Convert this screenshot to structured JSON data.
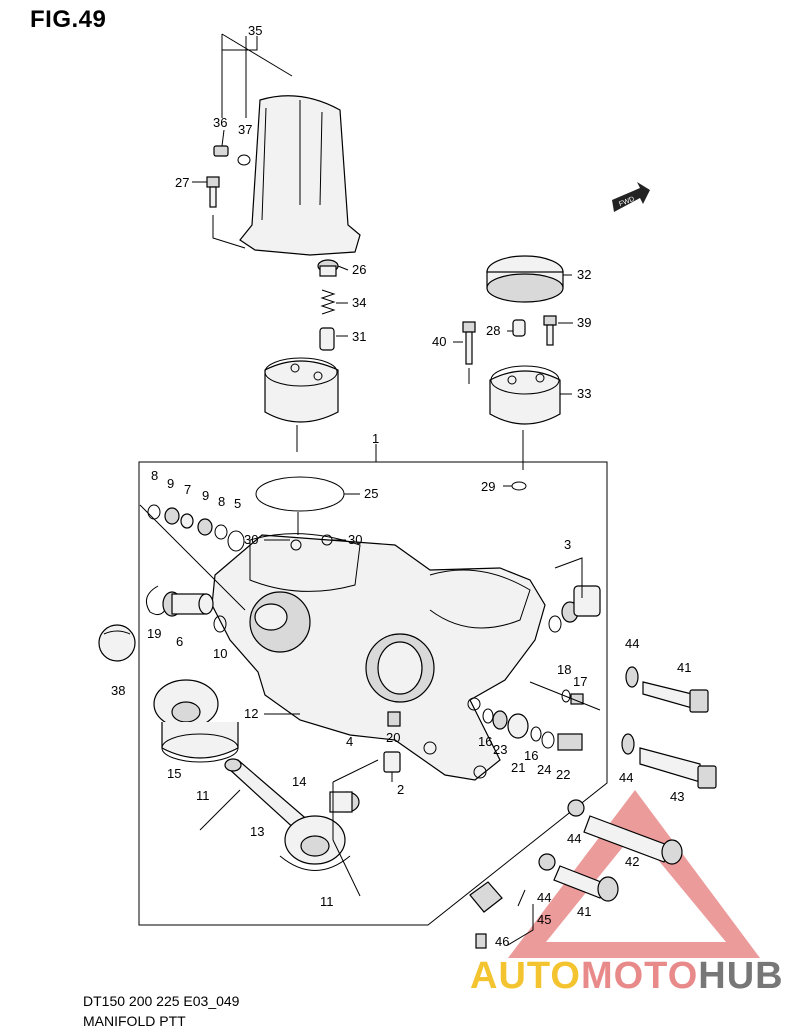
{
  "figure": {
    "title": "FIG.49",
    "code": "DT150 200 225 E03_049",
    "name": "MANIFOLD PTT"
  },
  "watermark": {
    "text_a": "AUTO",
    "text_b": "MOTO",
    "text_c": "HUB",
    "color_a": "#f4c430",
    "color_b": "#e98a8a",
    "color_c": "#777777",
    "triangle_color": "#e98a8a"
  },
  "fwd_label": "FWD",
  "callouts": {
    "c35": "35",
    "c36": "36",
    "c37": "37",
    "c27": "27",
    "c26": "26",
    "c34": "34",
    "c31": "31",
    "c32": "32",
    "c39": "39",
    "c28": "28",
    "c40": "40",
    "c33": "33",
    "c1": "1",
    "c25": "25",
    "c29": "29",
    "c8a": "8",
    "c9a": "9",
    "c7": "7",
    "c9b": "9",
    "c8b": "8",
    "c5": "5",
    "c30a": "30",
    "c30b": "30",
    "c3": "3",
    "c19": "19",
    "c6": "6",
    "c10": "10",
    "c38": "38",
    "c44a": "44",
    "c41a": "41",
    "c18": "18",
    "c17": "17",
    "c12": "12",
    "c20": "20",
    "c16a": "16",
    "c23": "23",
    "c16b": "16",
    "c4": "4",
    "c15": "15",
    "c11a": "11",
    "c14": "14",
    "c2": "2",
    "c21": "21",
    "c24": "24",
    "c22": "22",
    "c44b": "44",
    "c43": "43",
    "c13": "13",
    "c44c": "44",
    "c42": "42",
    "c44d": "44",
    "c11b": "11",
    "c41b": "41",
    "c45": "45",
    "c46": "46"
  }
}
